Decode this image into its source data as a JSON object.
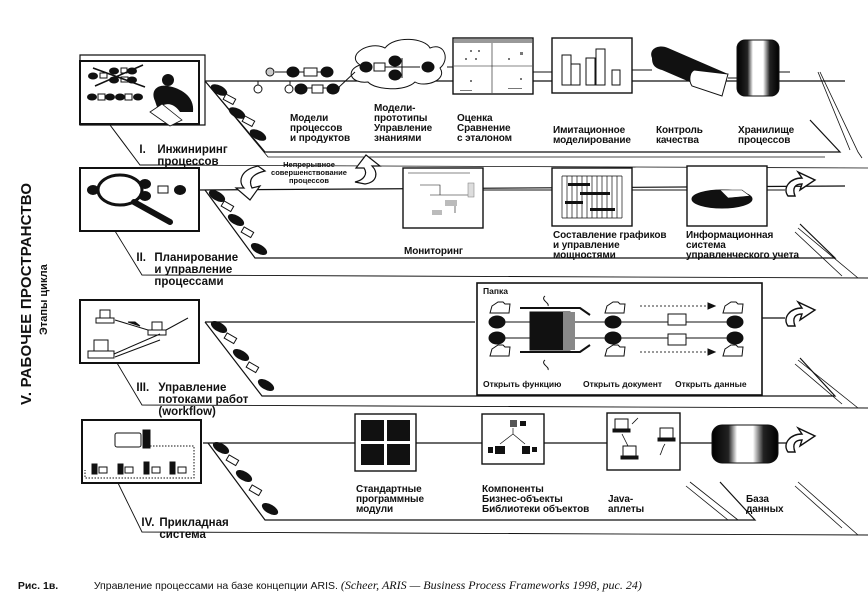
{
  "side": {
    "title": "V. РАБОЧЕЕ ПРОСТРАНСТВО",
    "subtitle": "Этапы цикла"
  },
  "stages": [
    {
      "number": "I.",
      "title": "Инжиниринг\nпроцессов",
      "icon": "engineer-at-desk-icon",
      "components": [
        {
          "label": "Модели\nпроцессов\nи продуктов",
          "icon": "process-chain-icon"
        },
        {
          "label": "Модели-\nпрототипы\nУправление\nзнаниями",
          "icon": "cloud-prototype-icon"
        },
        {
          "label": "Оценка\nСравнение\nс эталоном",
          "icon": "benchmark-screen-icon"
        },
        {
          "label": "Имитационное\nмоделирование",
          "icon": "bar-chart-icon"
        },
        {
          "label": "Контроль\nкачества",
          "icon": "pipe-icon"
        },
        {
          "label": "Хранилище\nпроцессов",
          "icon": "repository-cylinder-icon"
        }
      ]
    },
    {
      "number": "II.",
      "title": "Планирование\nи управление\nпроцессами",
      "icon": "magnifier-icon",
      "components": [
        {
          "label": "Мониторинг",
          "icon": "monitor-screen-icon"
        },
        {
          "label": "Составление графиков\nи управление\nмощностями",
          "icon": "gantt-chart-icon"
        },
        {
          "label": "Информационная\nсистема\nуправленческого учета",
          "icon": "pie-chart-icon"
        }
      ]
    },
    {
      "number": "III.",
      "title": "Управление\nпотоками работ\n(workflow)",
      "icon": "networked-computers-icon",
      "components": [
        {
          "label": "Папка",
          "icon": "folder-icon"
        },
        {
          "label": "Открыть функцию",
          "icon": "function-icon"
        },
        {
          "label": "Открыть документ",
          "icon": "document-icon"
        },
        {
          "label": "Открыть данные",
          "icon": "data-icon"
        }
      ]
    },
    {
      "number": "IV.",
      "title": "Прикладная\nсистема",
      "icon": "client-server-icon",
      "components": [
        {
          "label": "Стандартные\nпрограммные\nмодули",
          "icon": "modules-grid-icon"
        },
        {
          "label": "Компоненты\nБизнес-объекты\nБиблиотеки объектов",
          "icon": "object-tree-icon"
        },
        {
          "label": "Java-\nаплеты",
          "icon": "java-applet-icon"
        },
        {
          "label": "База\nданных",
          "icon": "database-cylinder-icon"
        }
      ]
    }
  ],
  "loop": {
    "label": "Непрерывное\nсовершенствование\nпроцессов",
    "icon": "cycle-arrows-icon"
  },
  "caption": {
    "figure": "Рис. 1в.",
    "text": "Управление процессами на базе концепции ARIS. ",
    "source": "(Scheer, ARIS — Business Process Frameworks 1998, рис. 24)"
  }
}
